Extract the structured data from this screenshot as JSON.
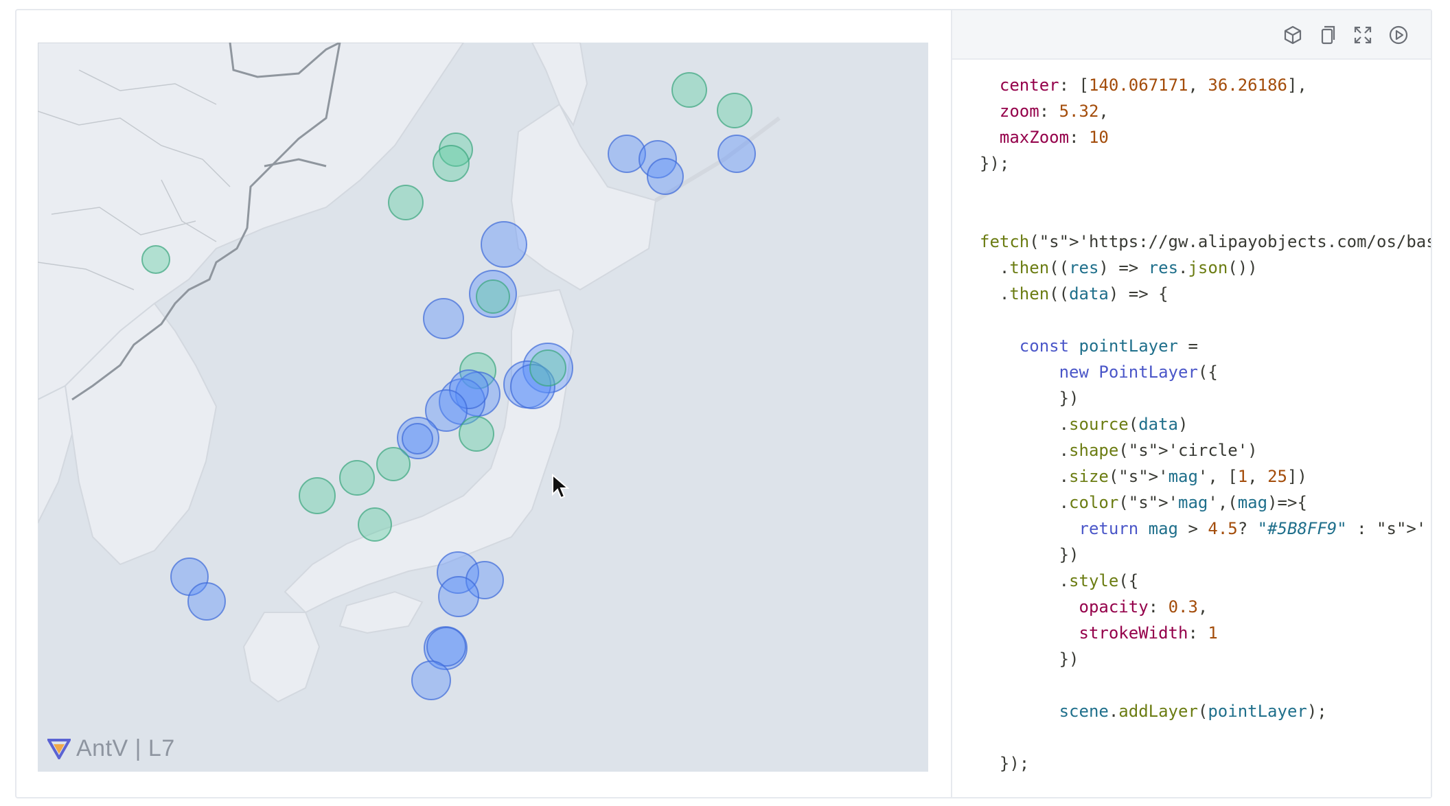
{
  "map": {
    "logo_text": "AntV | L7",
    "colors": {
      "high": "#5B8FF9",
      "low": "#5CCEA1",
      "land": "#eef1f5",
      "sea": "#dde3ea",
      "border": "#9aa0a8"
    },
    "cursor_icon": "arrow-cursor-icon"
  },
  "toolbar": {
    "buttons": [
      {
        "name": "codesandbox-icon"
      },
      {
        "name": "copy-icon"
      },
      {
        "name": "fullscreen-icon"
      },
      {
        "name": "play-icon"
      }
    ]
  },
  "code": {
    "lines": [
      "  center: [140.067171, 36.26186],",
      "  zoom: 5.32,",
      "  maxZoom: 10",
      "});",
      "",
      "",
      "fetch('https://gw.alipayobjects.com/os/bas",
      "  .then((res) => res.json())",
      "  .then((data) => {",
      "",
      "    const pointLayer =",
      "        new PointLayer({",
      "        })",
      "        .source(data)",
      "        .shape('circle')",
      "        .size('mag', [1, 25])",
      "        .color('mag',(mag)=>{",
      "          return mag > 4.5? \"#5B8FF9\" : '",
      "        })",
      "        .style({",
      "          opacity: 0.3,",
      "          strokeWidth: 1",
      "        })",
      "",
      "        scene.addLayer(pointLayer);",
      "",
      "  });"
    ]
  }
}
